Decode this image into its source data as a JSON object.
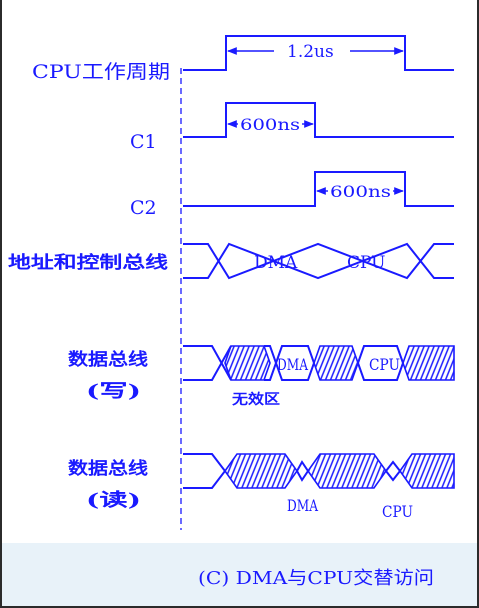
{
  "signals": {
    "cpu_cycle": "CPU工作周期",
    "c1": "C1",
    "c2": "C2",
    "addr_ctrl_bus": "地址和控制总线",
    "data_bus_write_1": "数据总线",
    "data_bus_write_2": "(写)",
    "data_bus_read_1": "数据总线",
    "data_bus_read_2": "(读)"
  },
  "annotations": {
    "cycle_time": "1.2us",
    "c1_time": "600ns",
    "c2_time": "600ns",
    "addr_dma": "DMA",
    "addr_cpu": "CPU",
    "write_dma": "DMA",
    "write_cpu": "CPU",
    "invalid_zone": "无效区",
    "read_dma": "DMA",
    "read_cpu": "CPU"
  },
  "caption": "(C) DMA与CPU交替访问",
  "colors": {
    "line": "#1a1aff",
    "background": "#ffffff",
    "caption_band": "#e8f2f9",
    "frame": "#2b2b2b"
  }
}
